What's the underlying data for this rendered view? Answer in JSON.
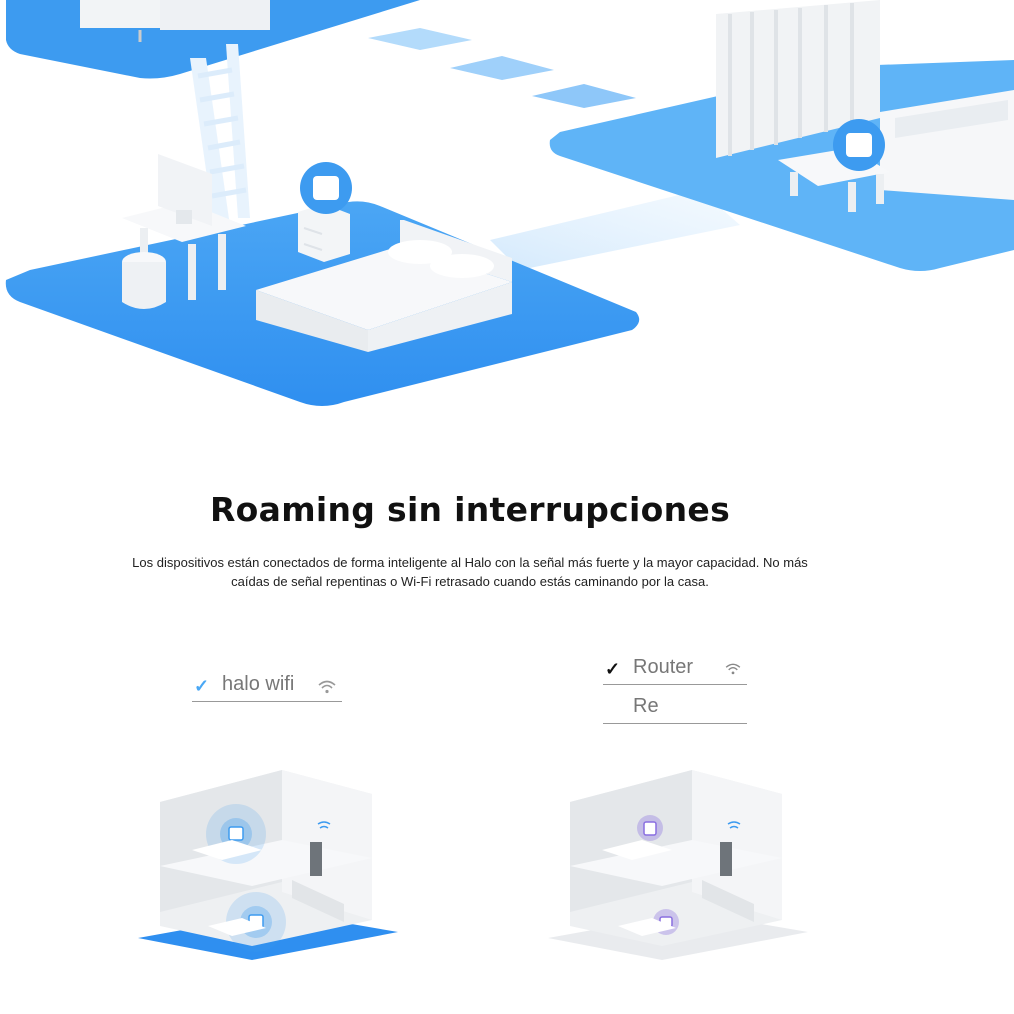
{
  "section": {
    "title": "Roaming sin interrupciones",
    "description": "Los dispositivos están conectados de forma inteligente al Halo con la señal más fuerte y la mayor capacidad. No más caídas de señal repentinas o Wi-Fi retrasado cuando estás caminando por la casa."
  },
  "left_panel": {
    "network": {
      "check": "✓",
      "label": "halo wifi",
      "icon": "wifi-icon"
    },
    "accent": "#2f8ff0",
    "check_color": "#4aa8f5"
  },
  "right_panel": {
    "networks": [
      {
        "check": "✓",
        "label": "Router",
        "icon": "wifi-icon"
      },
      {
        "check": "",
        "label": "Re",
        "icon": ""
      }
    ],
    "accent": "#8a6fe0"
  },
  "colors": {
    "floor_blue": "#3d9bf0",
    "floor_light": "#5fb4f7",
    "furniture": "#f4f6f8",
    "connector": "#b9dcfb"
  }
}
